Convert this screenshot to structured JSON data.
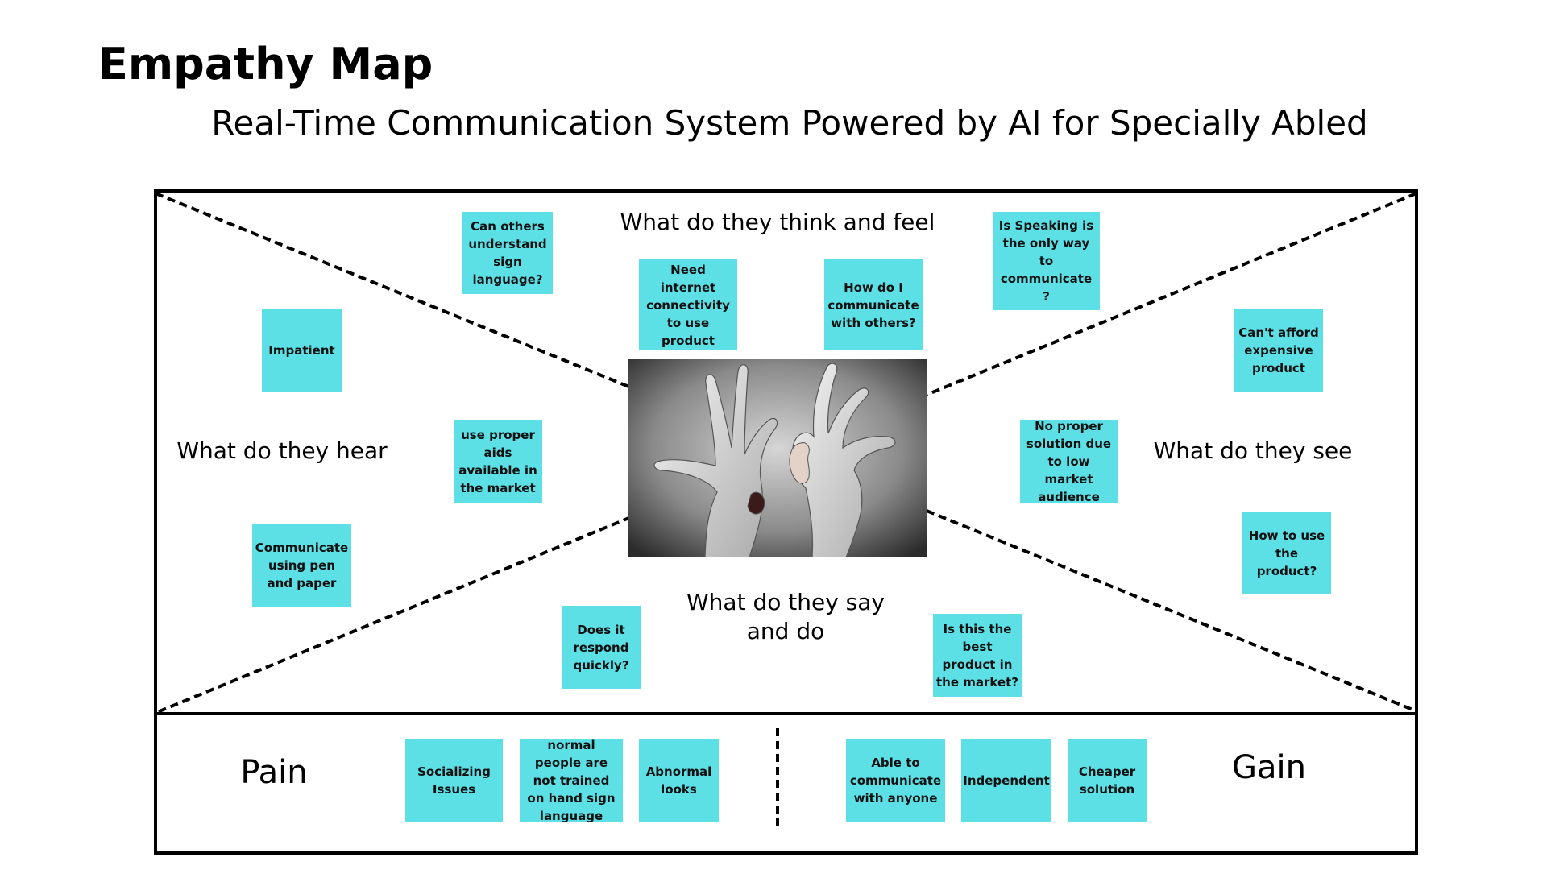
{
  "title": "Empathy Map",
  "subtitle": "Real-Time Communication System Powered by AI for Specially Abled",
  "center_image": {
    "description": "two-hands-communicating"
  },
  "quadrants": {
    "think_feel": {
      "label": "What do they think and feel",
      "notes": [
        "Can others understand sign language?",
        "Need internet connectivity to use product",
        "How do I communicate with others?",
        "Is Speaking is the only way to communicate ?"
      ]
    },
    "hear": {
      "label": "What do they hear",
      "notes": [
        "Impatient",
        "use proper aids available in the market",
        "Communicate using pen and paper"
      ]
    },
    "see": {
      "label": "What do they see",
      "notes": [
        "Can't afford expensive product",
        "No proper solution due to low market audience",
        "How to use the product?"
      ]
    },
    "say_do": {
      "label": "What do they say and do",
      "notes": [
        "Does it respond quickly?",
        "Is this the best product in the market?"
      ]
    }
  },
  "pain": {
    "label": "Pain",
    "notes": [
      "Socializing Issues",
      "normal people are not trained on hand sign language",
      "Abnormal looks"
    ]
  },
  "gain": {
    "label": "Gain",
    "notes": [
      "Able to communicate with anyone",
      "Independent",
      "Cheaper solution"
    ]
  },
  "colors": {
    "sticky_note": "#5ce0e6",
    "border": "#000000",
    "background": "#ffffff"
  }
}
